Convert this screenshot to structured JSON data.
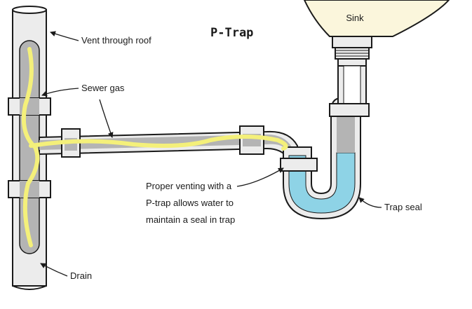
{
  "title": "P-Trap",
  "labels": {
    "vent": "Vent through roof",
    "sewer_gas": "Sewer gas",
    "proper_venting_1": "Proper venting with a",
    "proper_venting_2": "P-trap allows water to",
    "proper_venting_3": "maintain a seal in trap",
    "trap_seal": "Trap seal",
    "drain": "Drain",
    "sink": "Sink"
  },
  "colors": {
    "pipe_fill": "#ececec",
    "pipe_interior": "#b4b4b4",
    "sewer_gas": "#f4f07a",
    "water": "#8ed3e6",
    "sink_basin": "#fbf6dc",
    "outline": "#1a1a1a"
  }
}
